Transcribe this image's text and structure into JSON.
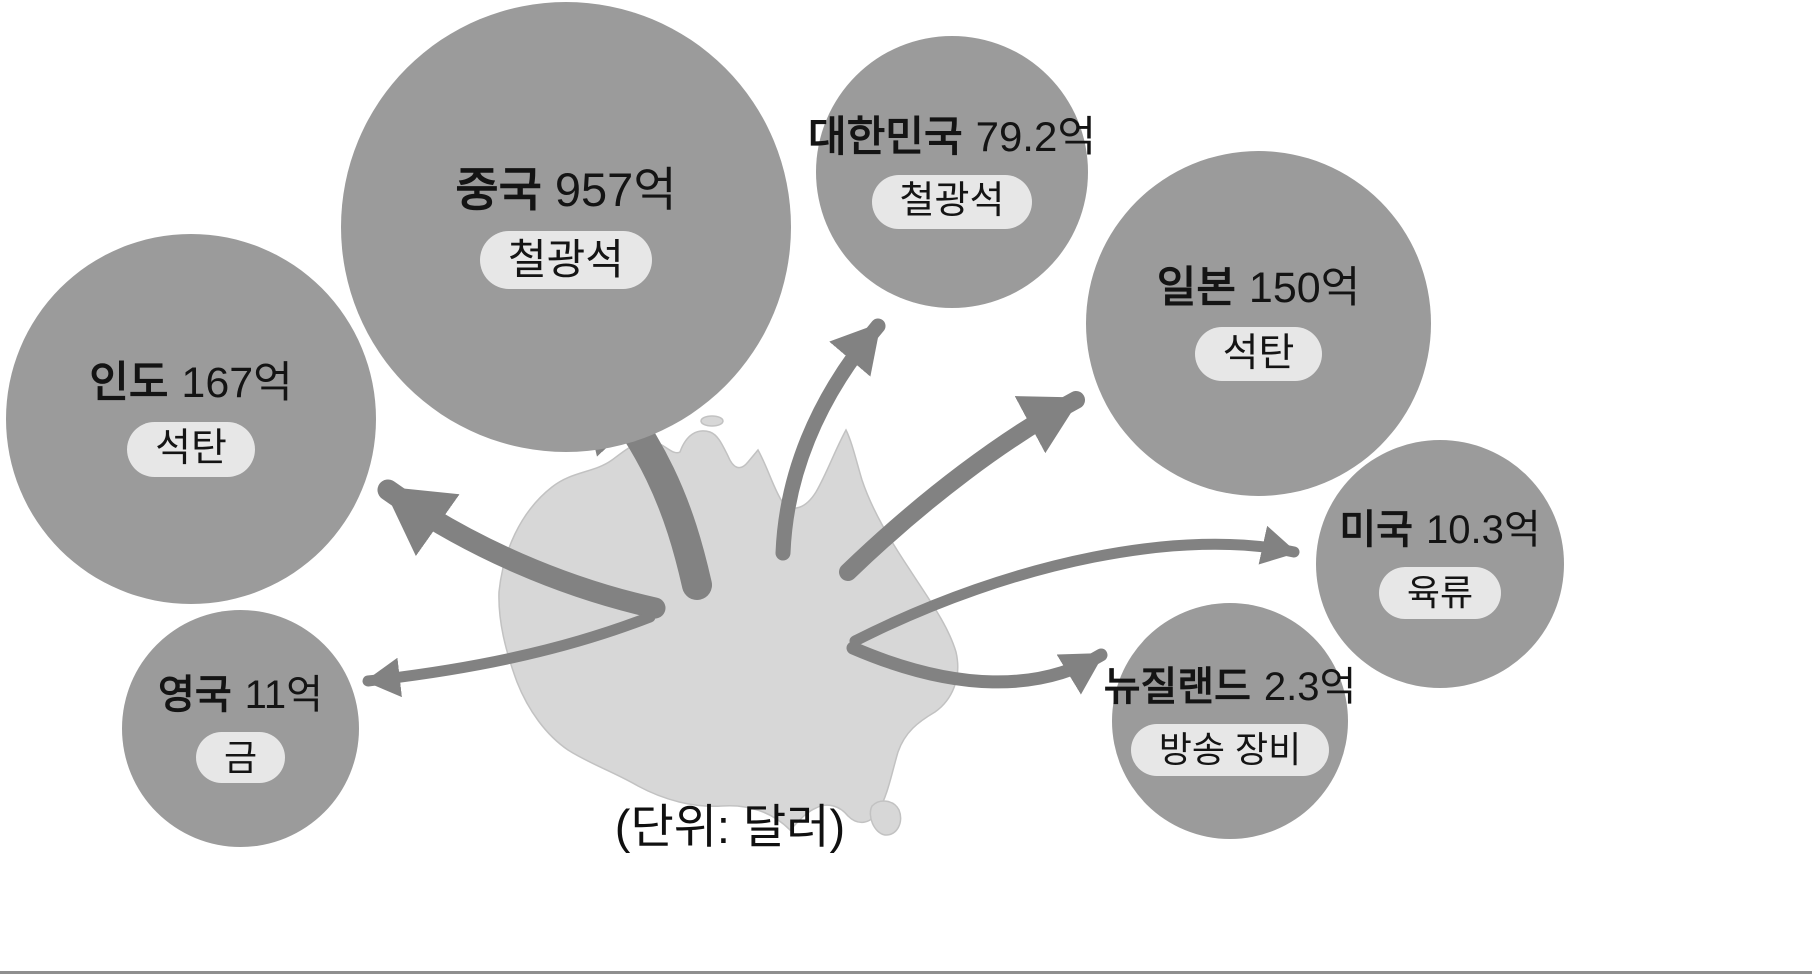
{
  "unit_label": "(단위: 달러)",
  "countries": [
    {
      "id": "china",
      "name": "중국",
      "value": "957억",
      "commodity": "철광석"
    },
    {
      "id": "korea",
      "name": "대한민국",
      "value": "79.2억",
      "commodity": "철광석"
    },
    {
      "id": "japan",
      "name": "일본",
      "value": "150억",
      "commodity": "석탄"
    },
    {
      "id": "india",
      "name": "인도",
      "value": "167억",
      "commodity": "석탄"
    },
    {
      "id": "usa",
      "name": "미국",
      "value": "10.3억",
      "commodity": "육류"
    },
    {
      "id": "uk",
      "name": "영국",
      "value": "11억",
      "commodity": "금"
    },
    {
      "id": "nz",
      "name": "뉴질랜드",
      "value": "2.3억",
      "commodity": "방송 장비"
    }
  ],
  "icons": {
    "map": "australia-map-silhouette",
    "arrows": "export-flow-arrows"
  },
  "colors": {
    "bubble": "#9b9b9b",
    "pill": "#e7e7e7",
    "arrow": "#828282",
    "map": "#d7d7d7",
    "text": "#141414"
  }
}
